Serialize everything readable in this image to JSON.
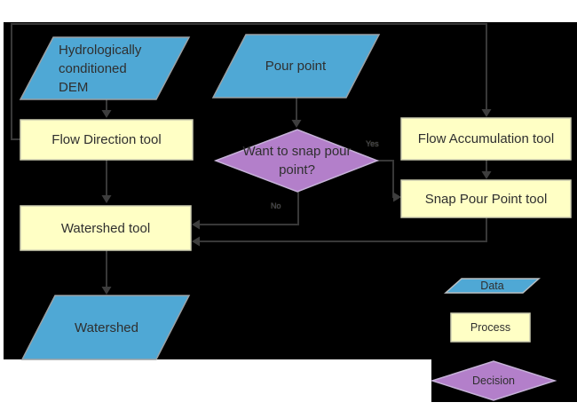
{
  "diagram": {
    "description": "Watershed delineation flowchart",
    "background": "#000000",
    "page_background": "#ffffff"
  },
  "colors": {
    "data_fill": "#4fa8d5",
    "data_border": "#9aa0a4",
    "process_fill": "#ffffc5",
    "process_border": "#cdcdb2",
    "decision_fill": "#b37fca",
    "decision_border": "#c6b2d8",
    "connector": "#383838",
    "node_text": "#2f2f2f",
    "edge_label_text": "#43435a"
  },
  "nodes": {
    "dem": "Hydrologically conditioned DEM",
    "pour_point": "Pour point",
    "flow_direction": "Flow Direction tool",
    "flow_accumulation": "Flow Accumulation tool",
    "snap_decision": "Want to snap pour point?",
    "snap_pour_point": "Snap Pour Point tool",
    "watershed_tool": "Watershed tool",
    "watershed": "Watershed"
  },
  "edge_labels": {
    "yes": "Yes",
    "no": "No"
  },
  "legend": {
    "data": "Data",
    "process": "Process",
    "decision": "Decision"
  }
}
